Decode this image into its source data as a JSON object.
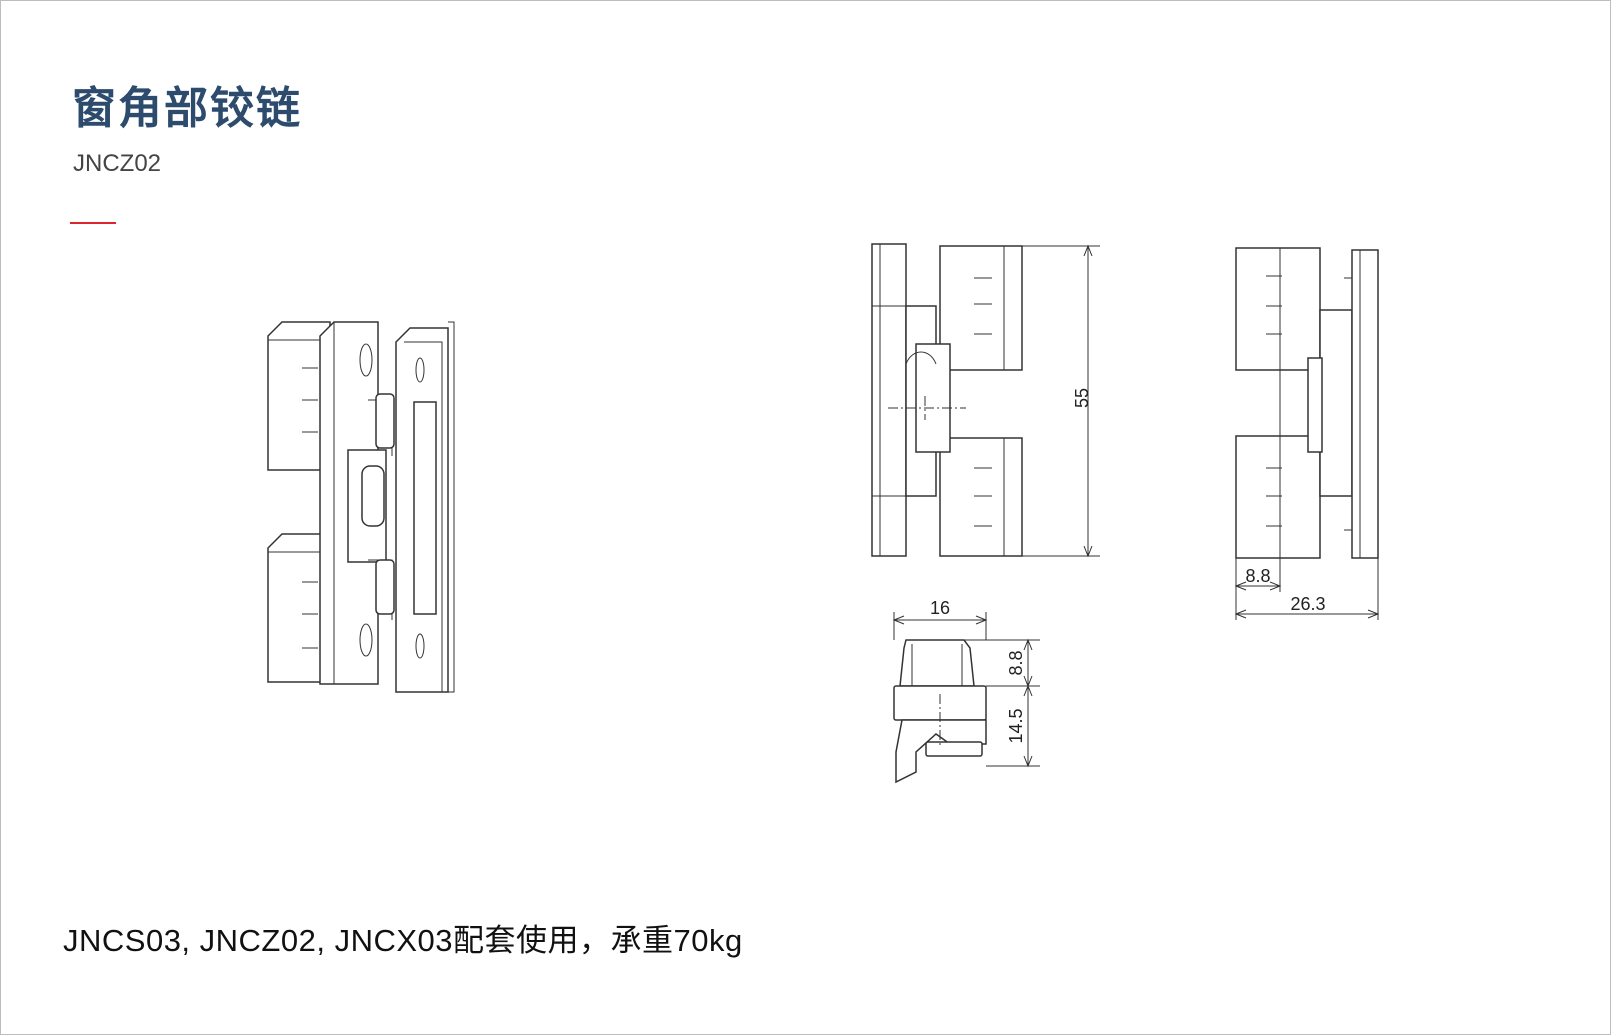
{
  "page": {
    "title": "窗角部铰链",
    "model": "JNCZ02",
    "note": "JNCS03, JNCZ02, JNCX03配套使用，承重70kg",
    "accent_color": "#d9262c",
    "title_color": "#2d4b6d"
  },
  "dimensions": {
    "height": "55",
    "width_top": "16",
    "depth_upper": "8.8",
    "depth_lower": "14.5",
    "side_small": "8.8",
    "side_total": "26.3"
  }
}
